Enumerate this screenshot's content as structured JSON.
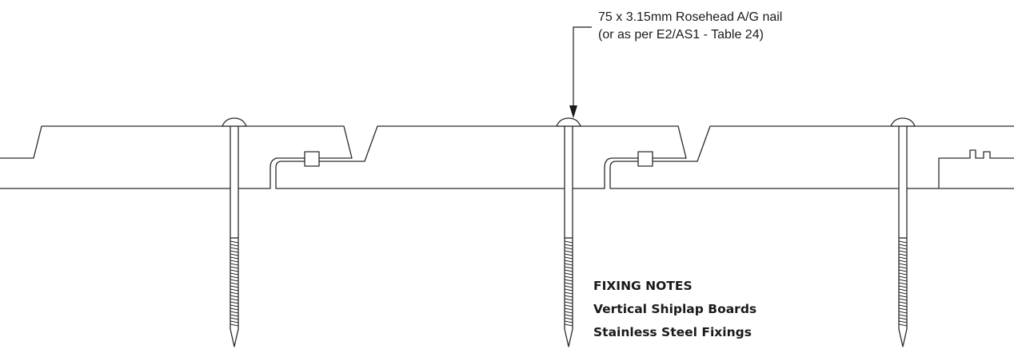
{
  "callout": {
    "line1": "75 x 3.15mm Rosehead A/G nail",
    "line2": "(or as per E2/AS1 - Table 24)"
  },
  "notes": {
    "title": "FIXING NOTES",
    "line1": "Vertical Shiplap Boards",
    "line2": "Stainless Steel Fixings"
  },
  "colors": {
    "line": "#2a2a2a",
    "grain": "#9a9a9a",
    "background": "#ffffff"
  }
}
